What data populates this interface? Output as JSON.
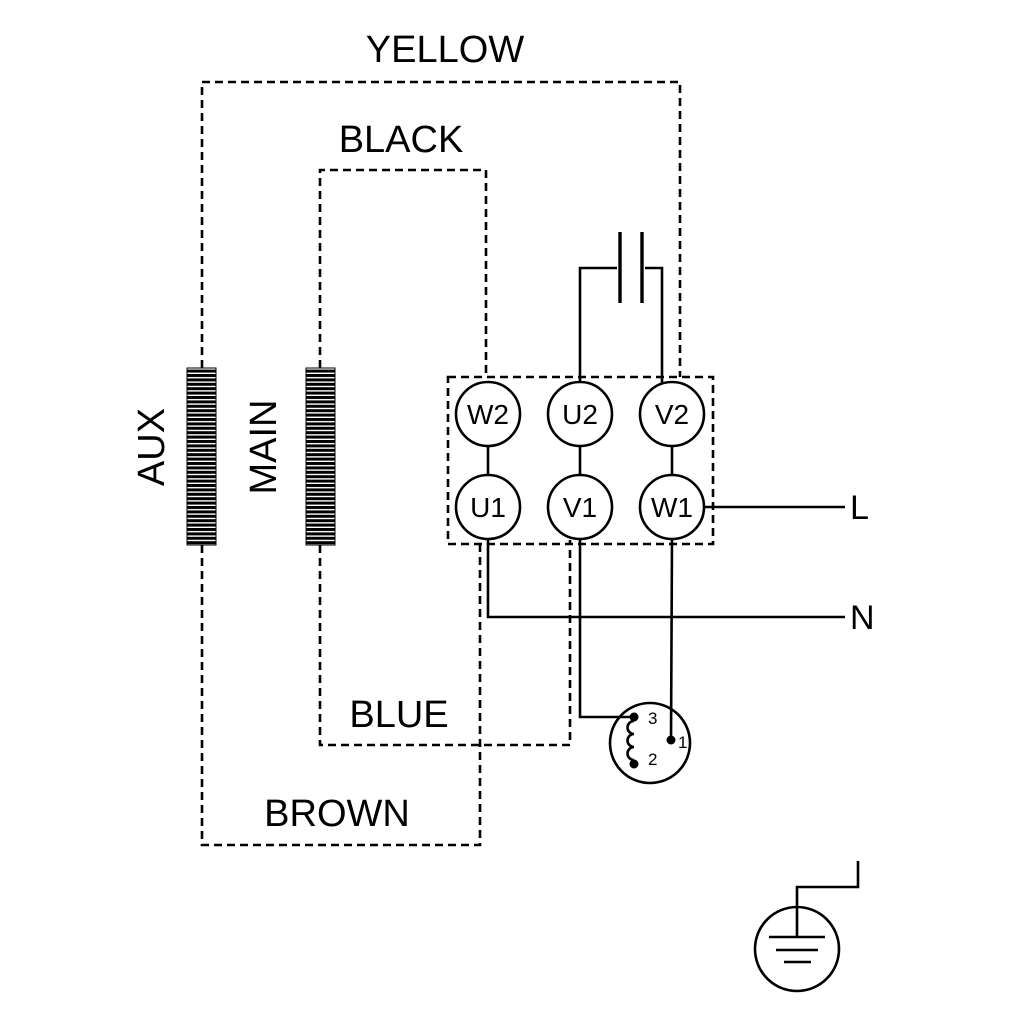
{
  "diagram": {
    "wires": {
      "yellow_label": "YELLOW",
      "black_label": "BLACK",
      "blue_label": "BLUE",
      "brown_label": "BROWN"
    },
    "windings": {
      "aux_label": "AUX",
      "main_label": "MAIN"
    },
    "terminal_block": {
      "top_row": [
        "W2",
        "U2",
        "V2"
      ],
      "bottom_row": [
        "U1",
        "V1",
        "W1"
      ]
    },
    "supply": {
      "line_label": "L",
      "neutral_label": "N"
    },
    "switch_contacts": {
      "c3": "3",
      "c2": "2",
      "c1": "1"
    },
    "colors": {
      "line": "#000000",
      "background": "#ffffff"
    }
  }
}
